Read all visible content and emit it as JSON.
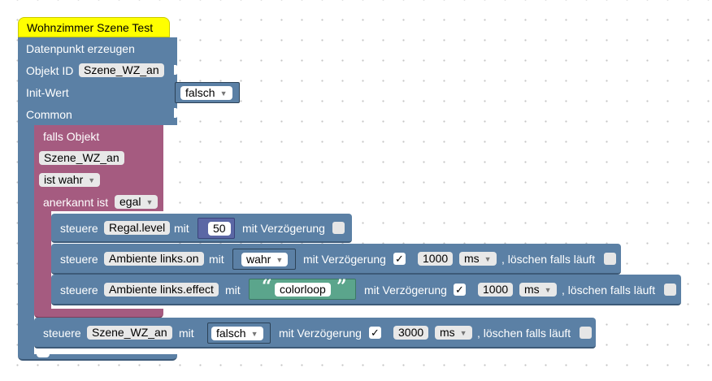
{
  "hat": {
    "title": "Wohnzimmer Szene Test"
  },
  "create_block": {
    "title": "Datenpunkt erzeugen",
    "object_id_label": "Objekt ID",
    "object_id_value": "Szene_WZ_an",
    "init_label": "Init-Wert",
    "init_value": "falsch",
    "common_label": "Common"
  },
  "if_block": {
    "title": "falls Objekt",
    "object_value": "Szene_WZ_an",
    "condition_value": "ist wahr",
    "ack_label": "anerkannt ist",
    "ack_value": "egal"
  },
  "control_1": {
    "prefix": "steuere",
    "object": "Regal.level",
    "with_label": "mit",
    "value": "50",
    "delay_label": "mit Verzögerung",
    "delay_checked": false
  },
  "control_2": {
    "prefix": "steuere",
    "object": "Ambiente links.on",
    "with_label": "mit",
    "value": "wahr",
    "delay_label": "mit Verzögerung",
    "delay_checked": true,
    "check_mark": "✓",
    "delay_value": "1000",
    "unit": "ms",
    "clear_label": ", löschen falls läuft",
    "clear_checked": false
  },
  "control_3": {
    "prefix": "steuere",
    "object": "Ambiente links.effect",
    "with_label": "mit",
    "quote_open": "“",
    "value": "colorloop",
    "quote_close": "”",
    "delay_label": "mit Verzögerung",
    "delay_checked": true,
    "check_mark": "✓",
    "delay_value": "1000",
    "unit": "ms",
    "clear_label": ", löschen falls läuft",
    "clear_checked": false
  },
  "control_4": {
    "prefix": "steuere",
    "object": "Szene_WZ_an",
    "with_label": "mit",
    "value": "falsch",
    "delay_label": "mit Verzögerung",
    "delay_checked": true,
    "check_mark": "✓",
    "delay_value": "3000",
    "unit": "ms",
    "clear_label": ", löschen falls läuft",
    "clear_checked": false
  },
  "colors": {
    "hat_yellow": "#ffff00",
    "blue_block": "#5b80a5",
    "blue_shadow": "#3d5a78",
    "pink_block": "#a55b80",
    "pink_shadow": "#7a3f5c",
    "number_block": "#5b67a5",
    "text_block": "#5ba58c",
    "workspace_dot": "#c4c4c4"
  }
}
